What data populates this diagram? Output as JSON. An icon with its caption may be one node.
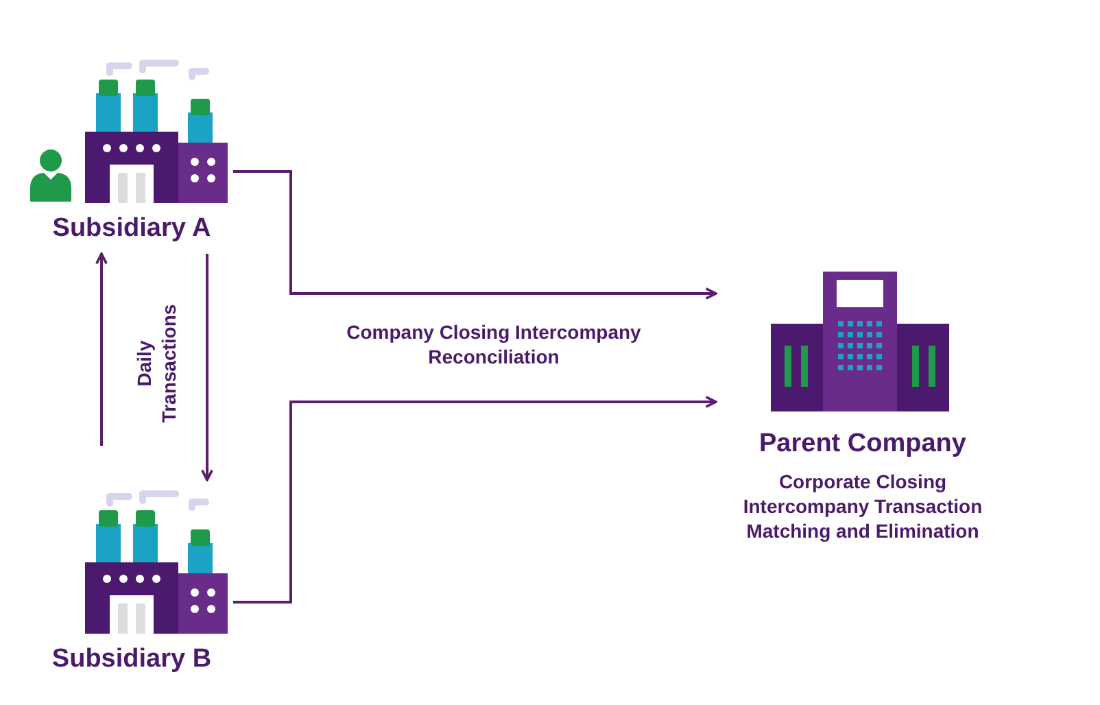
{
  "diagram": {
    "nodes": [
      {
        "text": [
          "Subsidiary A"
        ]
      },
      {
        "text": [
          "Subsidiary B"
        ]
      },
      {
        "text": [
          "Parent Company",
          "Corporate Closing Intercompany Transaction Matching and Elimination"
        ]
      }
    ],
    "edges": [
      {
        "from": 0,
        "to": 2,
        "arrow": "to"
      },
      {
        "from": 1,
        "to": 2,
        "arrow": "to"
      },
      {
        "from": 1,
        "to": 0,
        "arrow": "to"
      },
      {
        "from": 0,
        "to": 1,
        "arrow": "to"
      }
    ],
    "labels": [
      "Daily Transactions",
      "Company Closing Intercompany Reconciliation"
    ]
  }
}
